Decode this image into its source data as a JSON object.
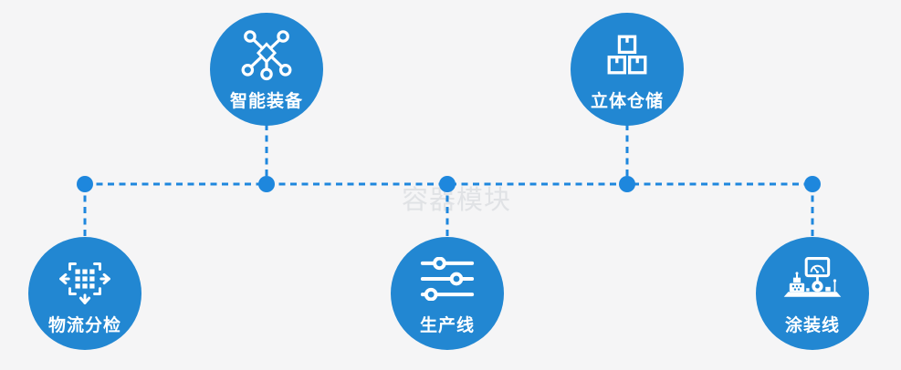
{
  "watermark": {
    "text": "容器模块"
  },
  "colors": {
    "circle": "#2287d2",
    "connector": "#1e87dd",
    "background": "#f5f5f6",
    "label": "#ffffff",
    "watermark": "#e0e2e5"
  },
  "nodes": [
    {
      "label": "智能装备",
      "icon": "network-nodes-icon",
      "position": "top-left"
    },
    {
      "label": "立体仓储",
      "icon": "stacked-boxes-icon",
      "position": "top-right"
    },
    {
      "label": "物流分检",
      "icon": "sorting-arrows-icon",
      "position": "bottom-left"
    },
    {
      "label": "生产线",
      "icon": "sliders-icon",
      "position": "bottom-center"
    },
    {
      "label": "涂装线",
      "icon": "machine-monitor-icon",
      "position": "bottom-right"
    }
  ]
}
